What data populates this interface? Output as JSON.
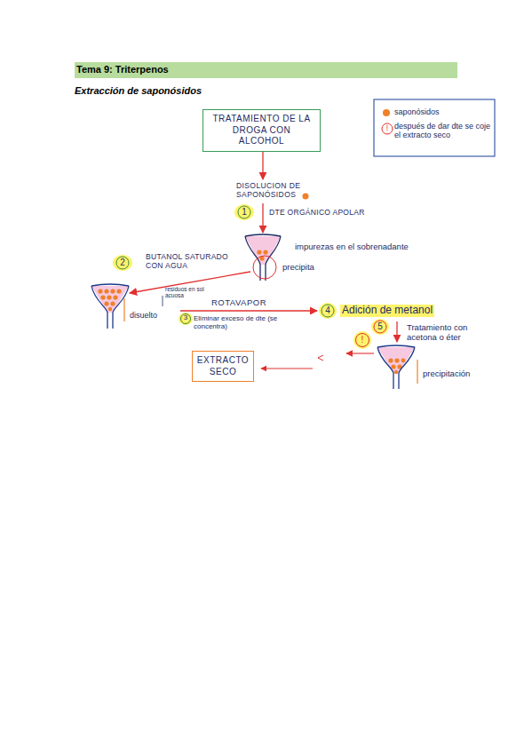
{
  "diagram": {
    "title": "Tema 9: Triterpenos",
    "nodes": [
      {
        "text": [
          "TRATAMIENTO DE LA DROGA CON ALCOHOL"
        ]
      },
      {
        "text": [
          "EXTRACTO SECO"
        ]
      }
    ],
    "labels": [
      "Extracción de saponósidos",
      "DISOLUCION DE SAPONÓSIDOS",
      "1",
      "DTE ORGÁNICO APOLAR",
      "impurezas en el sobrenadante",
      "precipita",
      "2",
      "BUTANOL SATURADO CON AGUA",
      "residuos en sol acuosa",
      "disuelto",
      "ROTAVAPOR",
      "3",
      "Eliminar exceso de dte (se concentra)",
      "4",
      "Adición de metanol",
      "5",
      "Tratamiento con acetona o éter",
      "!",
      "!",
      "precipitación"
    ],
    "legend": [
      {
        "text": "saponósidos",
        "color": "#f0802a"
      },
      {
        "text": "después de dar dte se coje el extracto seco"
      }
    ]
  }
}
